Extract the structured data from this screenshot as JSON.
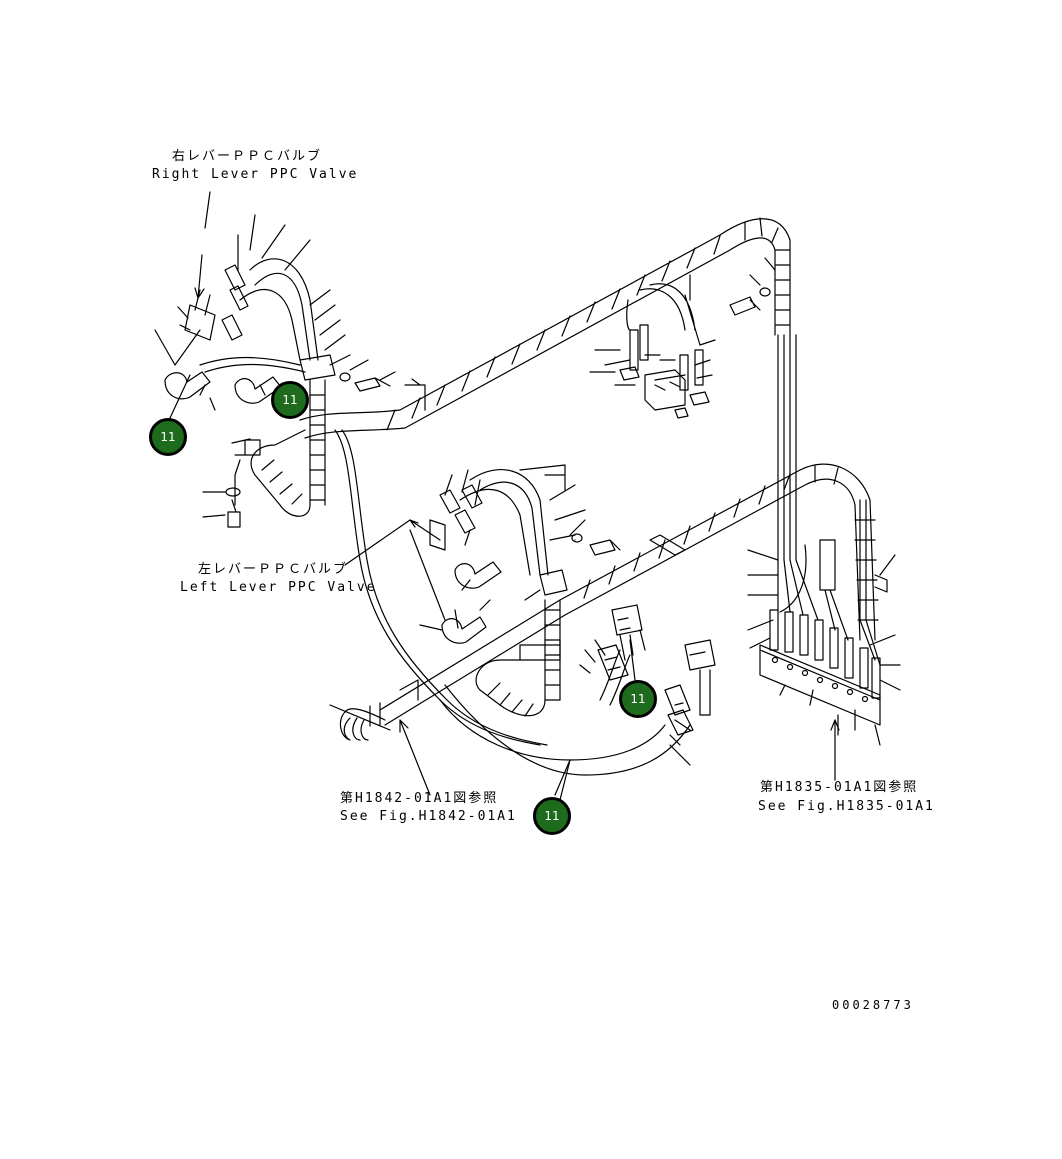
{
  "labels": {
    "right_valve_jp": "右レバーＰＰＣバルブ",
    "right_valve_en": "Right Lever PPC Valve",
    "left_valve_jp": "左レバーＰＰＣバルブ",
    "left_valve_en": "Left Lever PPC Valve",
    "ref_h1842_jp": "第H1842-01A1図参照",
    "ref_h1842_en": "See Fig.H1842-01A1",
    "ref_h1835_jp": "第H1835-01A1図参照",
    "ref_h1835_en": "See Fig.H1835-01A1",
    "drawing_number": "00028773"
  },
  "callouts": [
    {
      "id": "callout-1",
      "text": "11"
    },
    {
      "id": "callout-2",
      "text": "11"
    },
    {
      "id": "callout-3",
      "text": "11"
    },
    {
      "id": "callout-4",
      "text": "11"
    }
  ],
  "colors": {
    "callout_fill": "#1e6b1e",
    "callout_text": "#ffffff",
    "line": "#000000",
    "background": "#ffffff"
  }
}
